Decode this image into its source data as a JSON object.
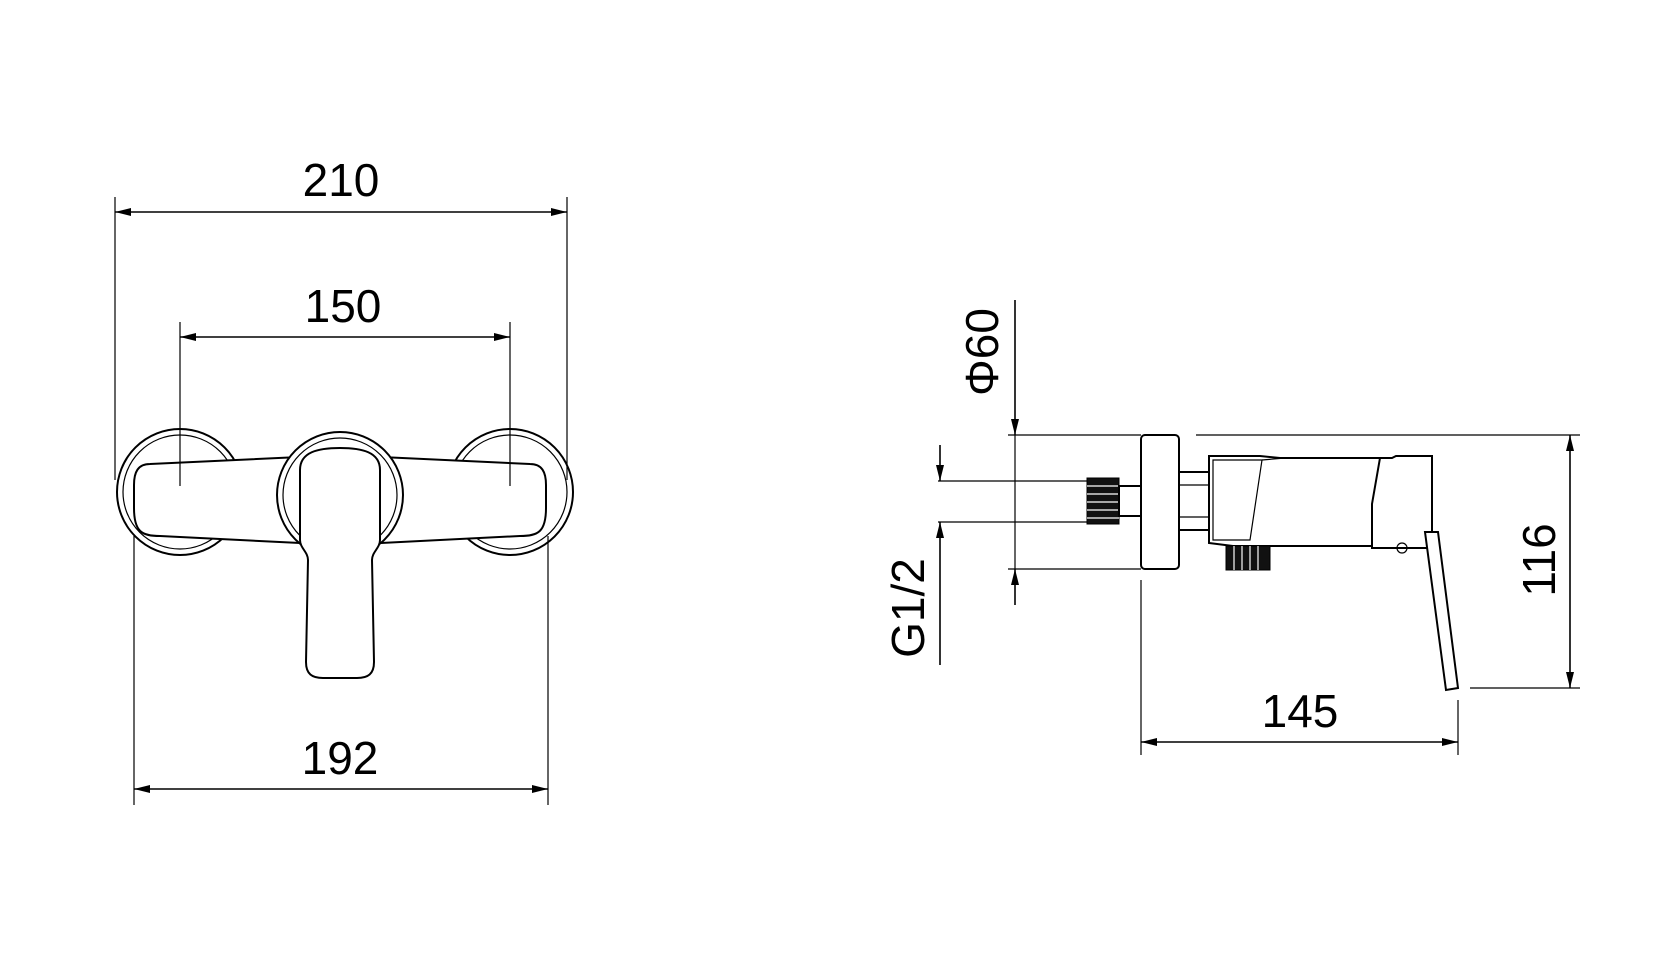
{
  "front_view": {
    "dim_overall_width": "210",
    "dim_inlet_centers": "150",
    "dim_body_width": "192"
  },
  "side_view": {
    "dim_escutcheon": "Φ60",
    "dim_thread": "G1/2",
    "dim_height": "116",
    "dim_depth": "145"
  },
  "colors": {
    "line": "#000000",
    "background": "#ffffff"
  }
}
